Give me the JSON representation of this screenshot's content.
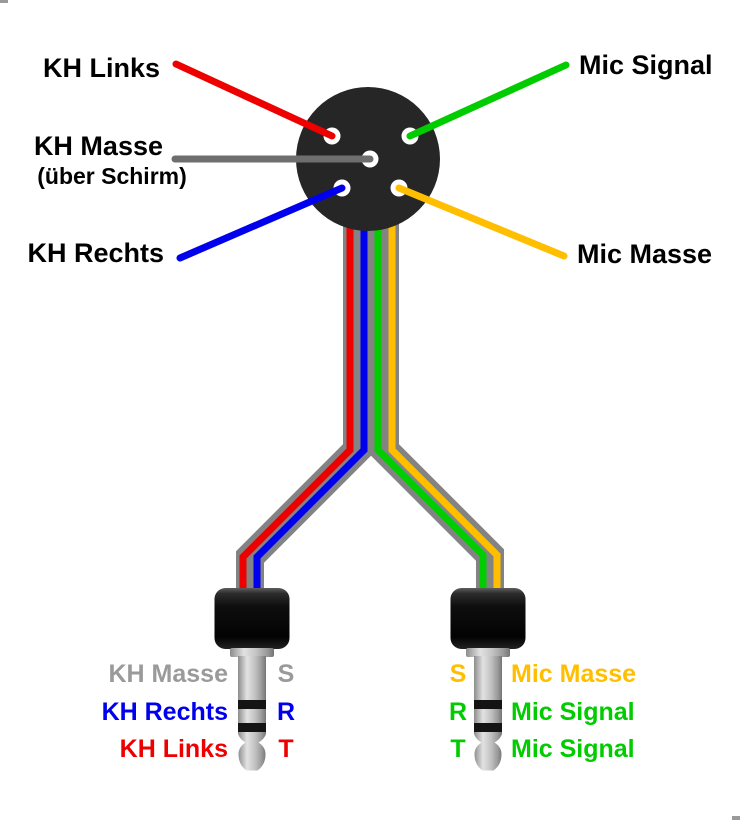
{
  "colors": {
    "red": "#ee0000",
    "blue": "#0000ee",
    "green": "#00cc00",
    "yellow": "#ffbf00",
    "wire_gray": "#838383",
    "leader_gray": "#6e6e6e",
    "text_gray": "#9a9a9a",
    "connector_body": "#262626"
  },
  "connector": {
    "labels": {
      "kh_links": "KH Links",
      "mic_signal": "Mic Signal",
      "kh_masse": "KH Masse",
      "kh_masse_sub": "(über Schirm)",
      "kh_rechts": "KH Rechts",
      "mic_masse": "Mic Masse"
    }
  },
  "left_plug": {
    "rows": [
      {
        "label": "KH Masse",
        "letter": "S",
        "color": "#9a9a9a"
      },
      {
        "label": "KH Rechts",
        "letter": "R",
        "color": "#0000ee"
      },
      {
        "label": "KH Links",
        "letter": "T",
        "color": "#ee0000"
      }
    ]
  },
  "right_plug": {
    "rows": [
      {
        "letter": "S",
        "label": "Mic Masse",
        "color": "#ffbf00"
      },
      {
        "letter": "R",
        "label": "Mic Signal",
        "color": "#00cc00"
      },
      {
        "letter": "T",
        "label": "Mic Signal",
        "color": "#00cc00"
      }
    ]
  }
}
